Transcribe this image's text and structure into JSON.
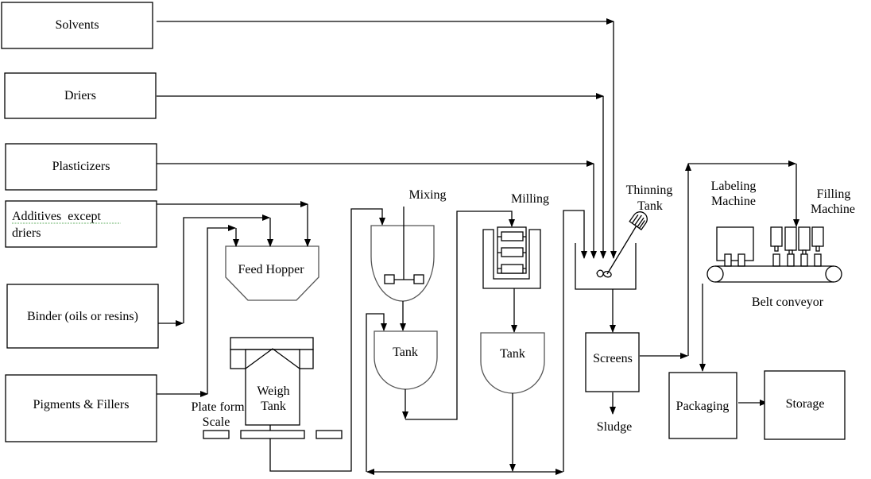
{
  "diagram": {
    "title": "Paint manufacturing process flow",
    "inputs": {
      "solvents": "Solvents",
      "driers": "Driers",
      "plasticizers": "Plasticizers",
      "additives_line1": "Additives  except",
      "additives_line2": "driers",
      "binder": "Binder (oils or resins)",
      "pigments": "Pigments & Fillers"
    },
    "equipment": {
      "feed_hopper": "Feed Hopper",
      "weigh_tank_line1": "Weigh",
      "weigh_tank_line2": "Tank",
      "scale_line1": "Plate form",
      "scale_line2": "Scale",
      "mixing": "Mixing",
      "milling": "Milling",
      "tank1": "Tank",
      "tank2": "Tank",
      "thinning_line1": "Thinning",
      "thinning_line2": "Tank",
      "screens": "Screens",
      "sludge": "Sludge",
      "labeling_line1": "Labeling",
      "labeling_line2": "Machine",
      "filling_line1": "Filling",
      "filling_line2": "Machine",
      "belt_conveyor": "Belt conveyor",
      "packaging": "Packaging",
      "storage": "Storage"
    },
    "flows": [
      {
        "from": "Solvents",
        "to": "Thinning Tank"
      },
      {
        "from": "Driers",
        "to": "Thinning Tank"
      },
      {
        "from": "Plasticizers",
        "to": "Thinning Tank"
      },
      {
        "from": "Additives except driers",
        "to": "Feed Hopper"
      },
      {
        "from": "Binder (oils or resins)",
        "to": "Feed Hopper"
      },
      {
        "from": "Pigments & Fillers",
        "to": "Feed Hopper"
      },
      {
        "from": "Weigh Tank",
        "to": "Mixing"
      },
      {
        "from": "Mixing",
        "to": "Tank"
      },
      {
        "from": "Tank",
        "to": "Milling"
      },
      {
        "from": "Milling",
        "to": "Tank"
      },
      {
        "from": "Tank",
        "to": "Thinning Tank"
      },
      {
        "from": "Thinning Tank",
        "to": "Screens"
      },
      {
        "from": "Screens",
        "to": "Sludge"
      },
      {
        "from": "Screens",
        "to": "Filling Machine"
      },
      {
        "from": "Belt conveyor",
        "to": "Packaging"
      },
      {
        "from": "Packaging",
        "to": "Storage"
      }
    ]
  }
}
